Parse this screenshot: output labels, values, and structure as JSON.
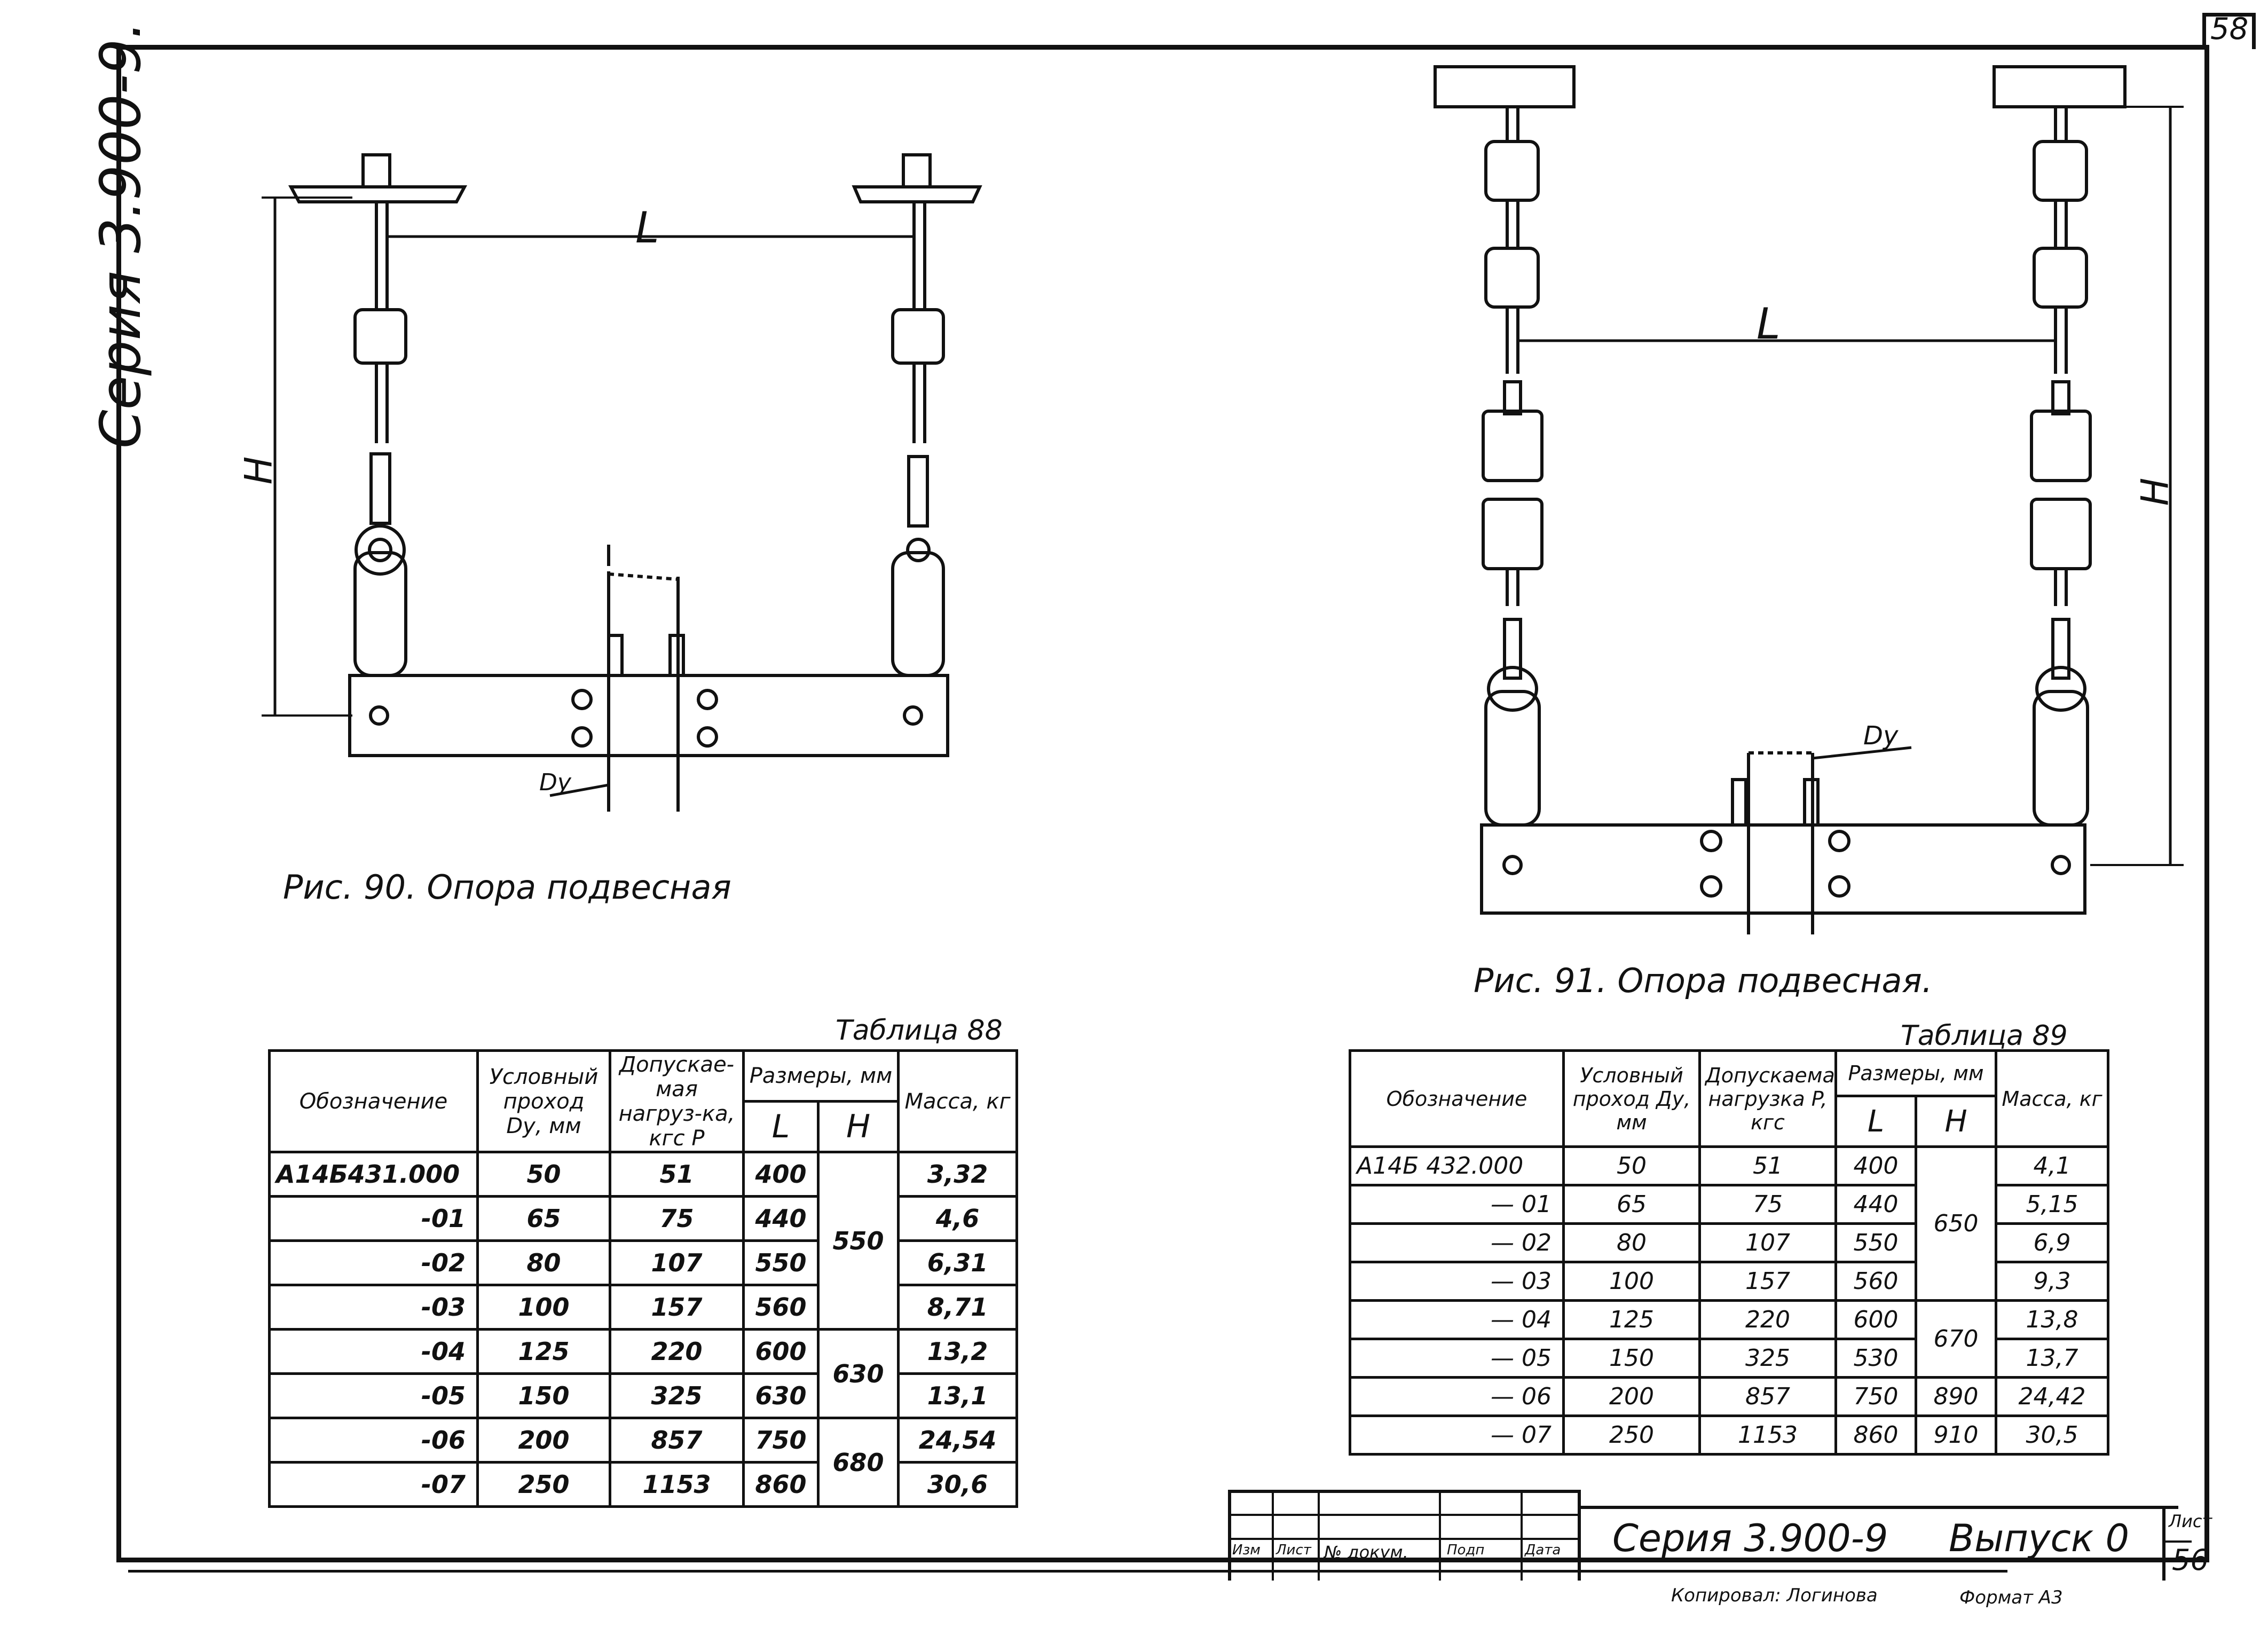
{
  "sheet_top_number": "58",
  "series_vertical": "Серия 3.900-9.",
  "figures": {
    "fig90": {
      "caption": "Рис. 90. Опора подвесная",
      "labels": {
        "L": "L",
        "H": "H",
        "Dy": "Dу"
      }
    },
    "fig91": {
      "caption": "Рис. 91. Опора подвесная.",
      "labels": {
        "L": "L",
        "H": "H",
        "Dy": "Dу"
      }
    }
  },
  "table88": {
    "title": "Таблица 88",
    "headers": {
      "designation": "Обозначение",
      "nominal_bore": "Условный проход Dу, мм",
      "load": "Допускае-мая нагруз-ка, кгс P",
      "dimensions": "Размеры, мм",
      "L": "L",
      "H": "H",
      "mass": "Масса, кг"
    },
    "rows": [
      {
        "designation": "А14Б431.000",
        "dy": "50",
        "p": "51",
        "L": "400",
        "m": "3,32"
      },
      {
        "designation": "-01",
        "dy": "65",
        "p": "75",
        "L": "440",
        "m": "4,6"
      },
      {
        "designation": "-02",
        "dy": "80",
        "p": "107",
        "L": "550",
        "m": "6,31"
      },
      {
        "designation": "-03",
        "dy": "100",
        "p": "157",
        "L": "560",
        "m": "8,71"
      },
      {
        "designation": "-04",
        "dy": "125",
        "p": "220",
        "L": "600",
        "m": "13,2"
      },
      {
        "designation": "-05",
        "dy": "150",
        "p": "325",
        "L": "630",
        "m": "13,1"
      },
      {
        "designation": "-06",
        "dy": "200",
        "p": "857",
        "L": "750",
        "m": "24,54"
      },
      {
        "designation": "-07",
        "dy": "250",
        "p": "1153",
        "L": "860",
        "m": "30,6"
      }
    ],
    "H_groups": [
      "550",
      "630",
      "680"
    ]
  },
  "table89": {
    "title": "Таблица 89",
    "headers": {
      "designation": "Обозначение",
      "nominal_bore": "Условный проход Ду, мм",
      "load": "Допускаемая нагрузка P, кгс",
      "dimensions": "Размеры, мм",
      "L": "L",
      "H": "H",
      "mass": "Масса, кг"
    },
    "rows": [
      {
        "designation": "А14Б 432.000",
        "dy": "50",
        "p": "51",
        "L": "400",
        "m": "4,1"
      },
      {
        "designation": "— 01",
        "dy": "65",
        "p": "75",
        "L": "440",
        "m": "5,15"
      },
      {
        "designation": "— 02",
        "dy": "80",
        "p": "107",
        "L": "550",
        "m": "6,9"
      },
      {
        "designation": "— 03",
        "dy": "100",
        "p": "157",
        "L": "560",
        "m": "9,3"
      },
      {
        "designation": "— 04",
        "dy": "125",
        "p": "220",
        "L": "600",
        "m": "13,8"
      },
      {
        "designation": "— 05",
        "dy": "150",
        "p": "325",
        "L": "530",
        "m": "13,7"
      },
      {
        "designation": "— 06",
        "dy": "200",
        "p": "857",
        "L": "750",
        "H": "890",
        "m": "24,42"
      },
      {
        "designation": "— 07",
        "dy": "250",
        "p": "1153",
        "L": "860",
        "H": "910",
        "m": "30,5"
      }
    ],
    "H_groups": [
      "650",
      "670"
    ]
  },
  "title_block": {
    "cols": [
      "Изм",
      "Лист",
      "№ докум.",
      "Подп",
      "Дата"
    ],
    "series": "Серия 3.900-9",
    "issue": "Выпуск 0",
    "sheet_label": "Лист",
    "sheet_number": "56",
    "copied": "Копировал: Логинова",
    "format": "Формат А3"
  }
}
